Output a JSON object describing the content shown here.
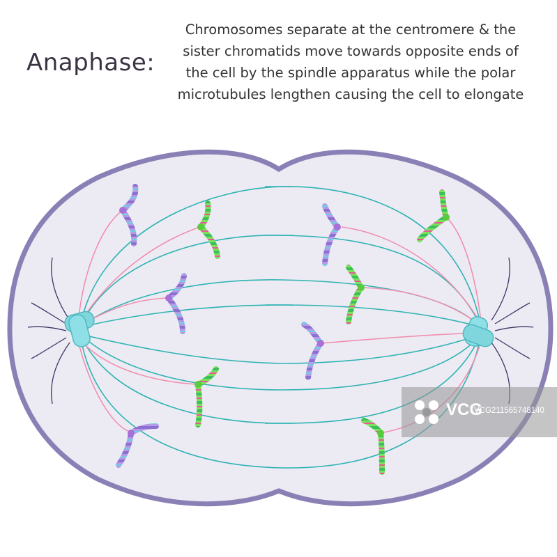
{
  "title": "Anaphase:",
  "description": {
    "line1": "Chromosomes separate at the centromere & the",
    "line2": "sister chromatids move towards opposite ends of",
    "line3": "the cell by the spindle apparatus while the polar",
    "line4": "microtubules lengthen causing the cell to elongate"
  },
  "watermark": {
    "brand": "VCG",
    "id": "VCG211565748140"
  },
  "colors": {
    "membrane": "#8b80b5",
    "cytoplasm": "#ecebf3",
    "polar_microtubule": "#2fb3b3",
    "kinetochore_microtubule": "#f08fb0",
    "astral_microtubule": "#3a3566",
    "centrosome": "#7fd6dc",
    "centromere": "#a86fd8",
    "chromatid_purple": "#a98ee0",
    "chromatid_green": "#6fd84f"
  }
}
